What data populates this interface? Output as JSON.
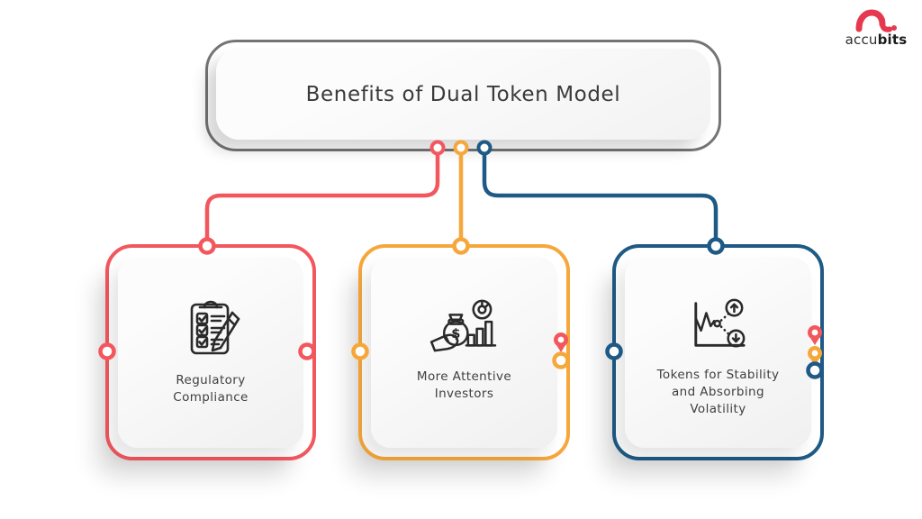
{
  "header": {
    "logo": {
      "brand_prefix": "accu",
      "brand_suffix": "bits",
      "mark_color": "#e6394f"
    },
    "title": "Benefits of Dual Token Model"
  },
  "colors": {
    "red": "#f2575d",
    "orange": "#f6a73c",
    "blue": "#1e5a85",
    "frame_gray": "#757575",
    "ink": "#2a2a2a"
  },
  "cards": [
    {
      "id": "regulatory-compliance",
      "color": "#f2575d",
      "icon": "clipboard-checklist-icon",
      "label_lines": [
        "Regulatory",
        "Compliance",
        ""
      ]
    },
    {
      "id": "more-attentive-investors",
      "color": "#f6a73c",
      "icon": "money-growth-icon",
      "label_lines": [
        "More Attentive",
        "Investors",
        ""
      ]
    },
    {
      "id": "tokens-stability-volatility",
      "color": "#1e5a85",
      "icon": "volatility-balance-icon",
      "label_lines": [
        "Tokens for Stability",
        "and Absorbing",
        "Volatility"
      ]
    }
  ]
}
